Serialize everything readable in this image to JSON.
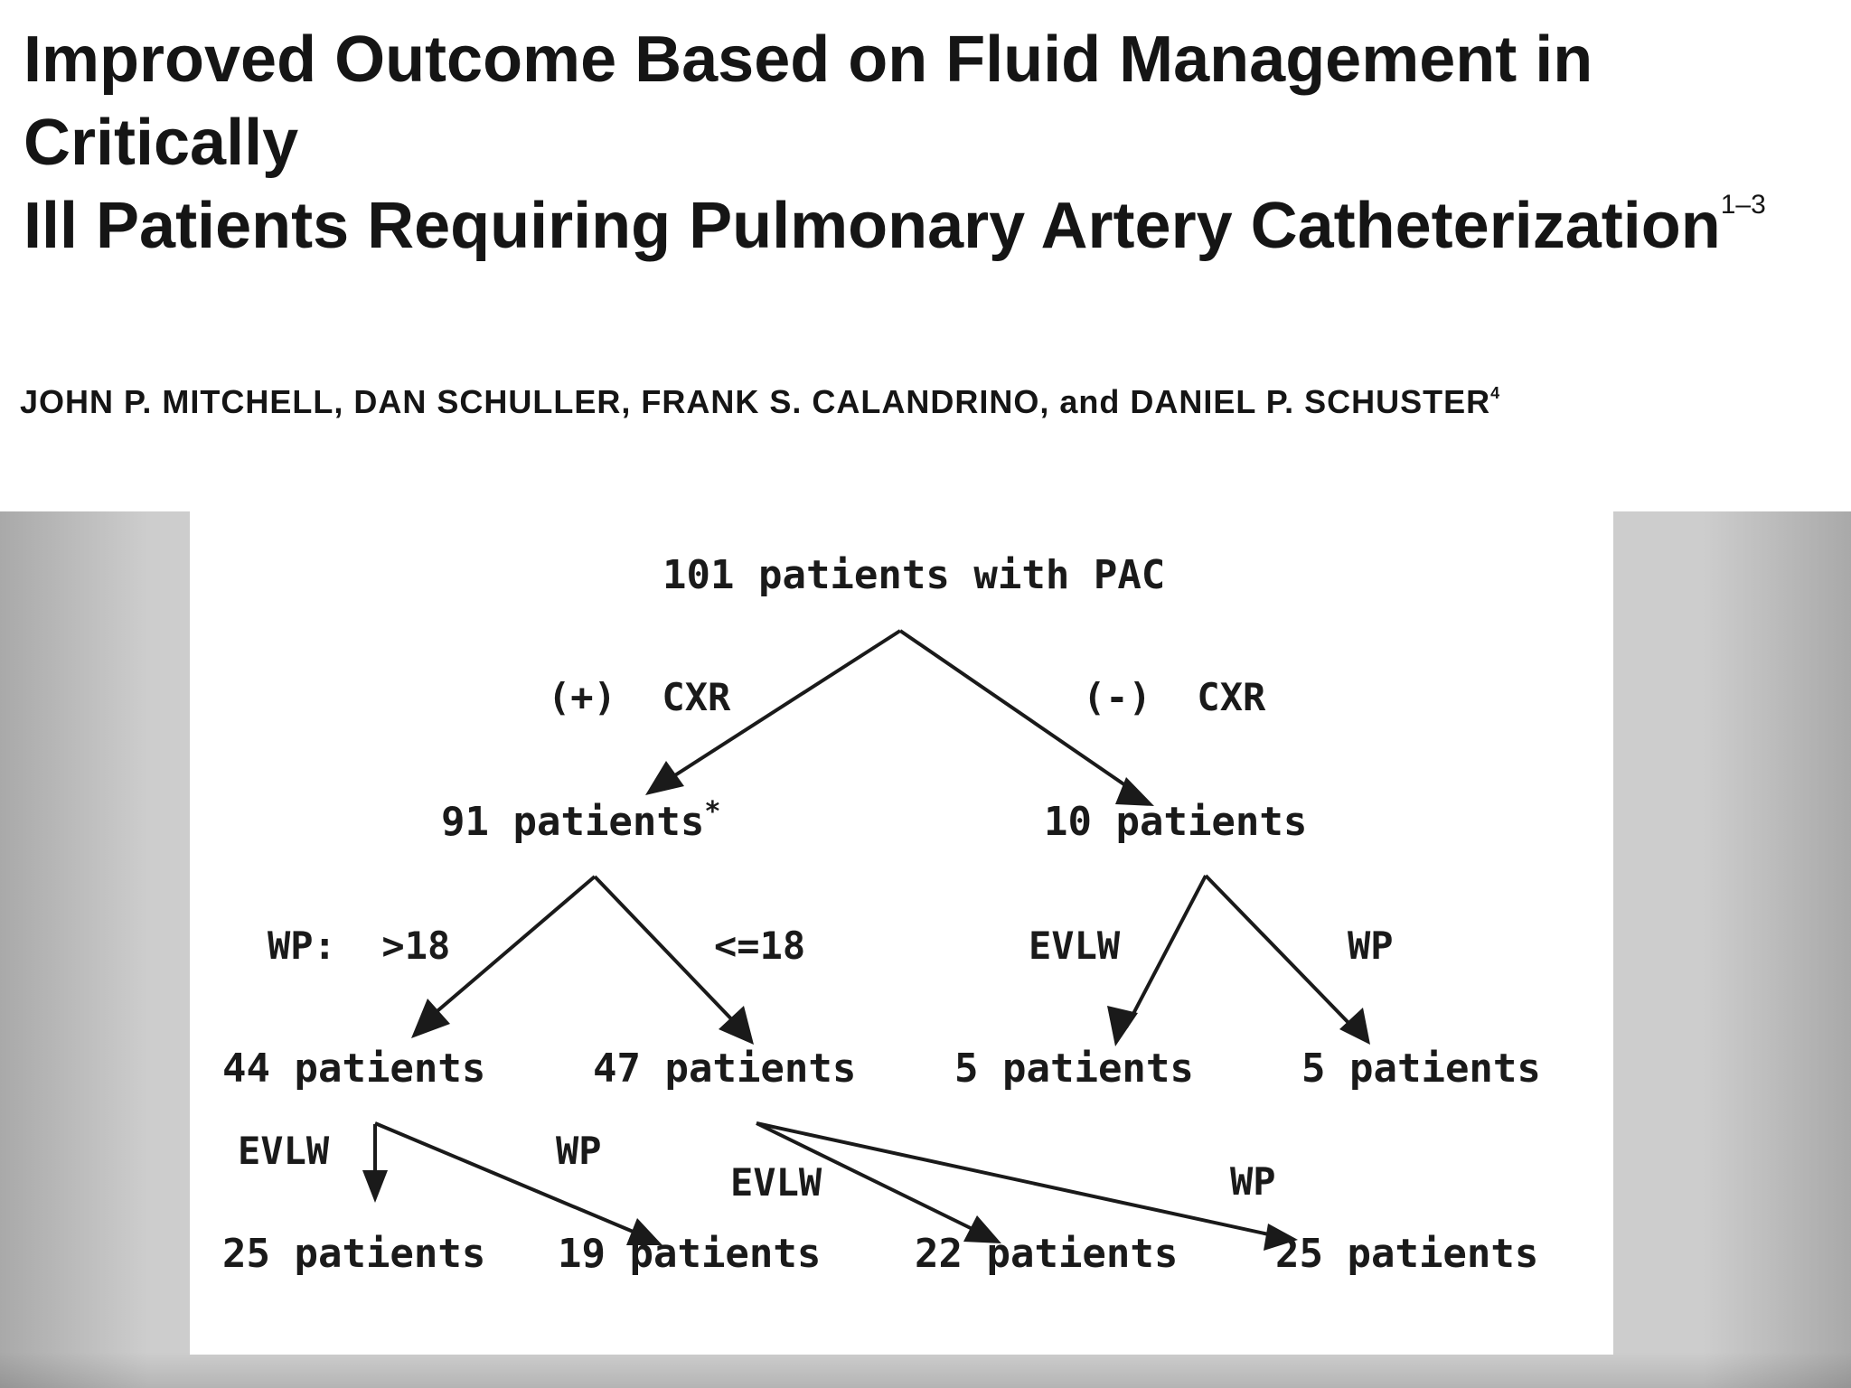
{
  "header": {
    "title_line1": "Improved Outcome Based on Fluid Management in Critically",
    "title_line2": "Ill Patients Requiring Pulmonary Artery Catheterization",
    "title_superscript": "1–3",
    "authors": "JOHN P. MITCHELL, DAN SCHULLER, FRANK S. CALANDRINO, and DANIEL P. SCHUSTER",
    "authors_superscript": "4"
  },
  "flowchart": {
    "root": "101 patients with PAC",
    "branch_positive_cxr": "(+)  CXR",
    "branch_negative_cxr": "(-)  CXR",
    "positive_group": "91 patients",
    "positive_group_mark": "*",
    "negative_group": "10 patients",
    "wp_high_label": "WP:  >18",
    "wp_low_label": "<=18",
    "neg_evlw_label": "EVLW",
    "neg_wp_label": "WP",
    "level3": [
      "44 patients",
      "47 patients",
      "5 patients",
      "5 patients"
    ],
    "high_evlw_label": "EVLW",
    "high_wp_label": "WP",
    "low_evlw_label": "EVLW",
    "low_wp_label": "WP",
    "level4": [
      "25 patients",
      "19 patients",
      "22 patients",
      "25 patients"
    ]
  }
}
